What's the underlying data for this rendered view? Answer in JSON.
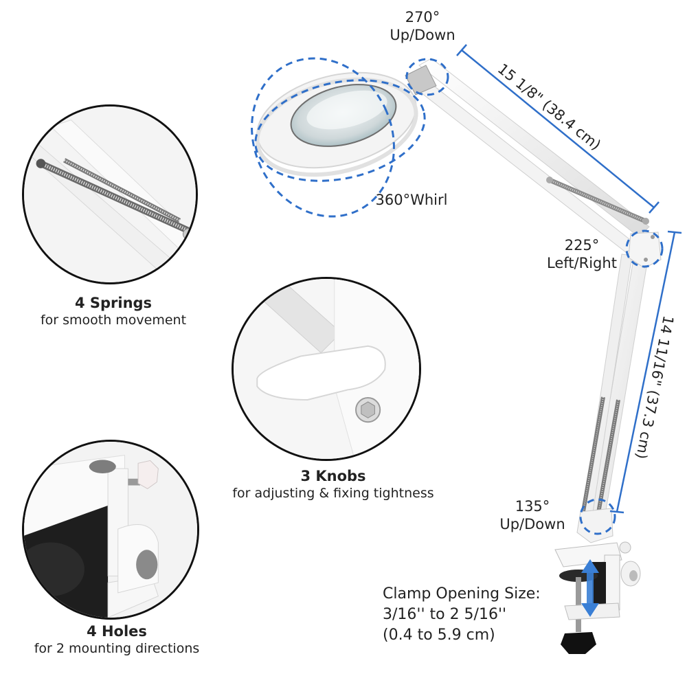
{
  "callouts": {
    "head_rotation": {
      "angle": "270°",
      "direction": "Up/Down"
    },
    "whirl": {
      "text": "360°Whirl"
    },
    "upper_arm_length": {
      "text": "15 1/8\" (38.4 cm)"
    },
    "elbow_rotation": {
      "angle": "225°",
      "direction": "Left/Right"
    },
    "lower_arm_length": {
      "text": "14 11/16\" (37.3 cm)"
    },
    "base_rotation": {
      "angle": "135°",
      "direction": "Up/Down"
    },
    "clamp": {
      "line1": "Clamp Opening Size:",
      "line2": "3/16'' to 2 5/16''",
      "line3": "(0.4 to 5.9 cm)"
    }
  },
  "features": [
    {
      "title": "4 Springs",
      "subtitle": "for smooth movement",
      "image": "springs-closeup"
    },
    {
      "title": "3 Knobs",
      "subtitle": "for adjusting & fixing tightness",
      "image": "knob-closeup"
    },
    {
      "title": "4 Holes",
      "subtitle": "for 2 mounting directions",
      "image": "clamp-holes-closeup"
    }
  ],
  "colors": {
    "accent_blue": "#2f6fc9",
    "text": "#222222",
    "lamp_white": "#f2f2f2",
    "outline": "#111111"
  }
}
